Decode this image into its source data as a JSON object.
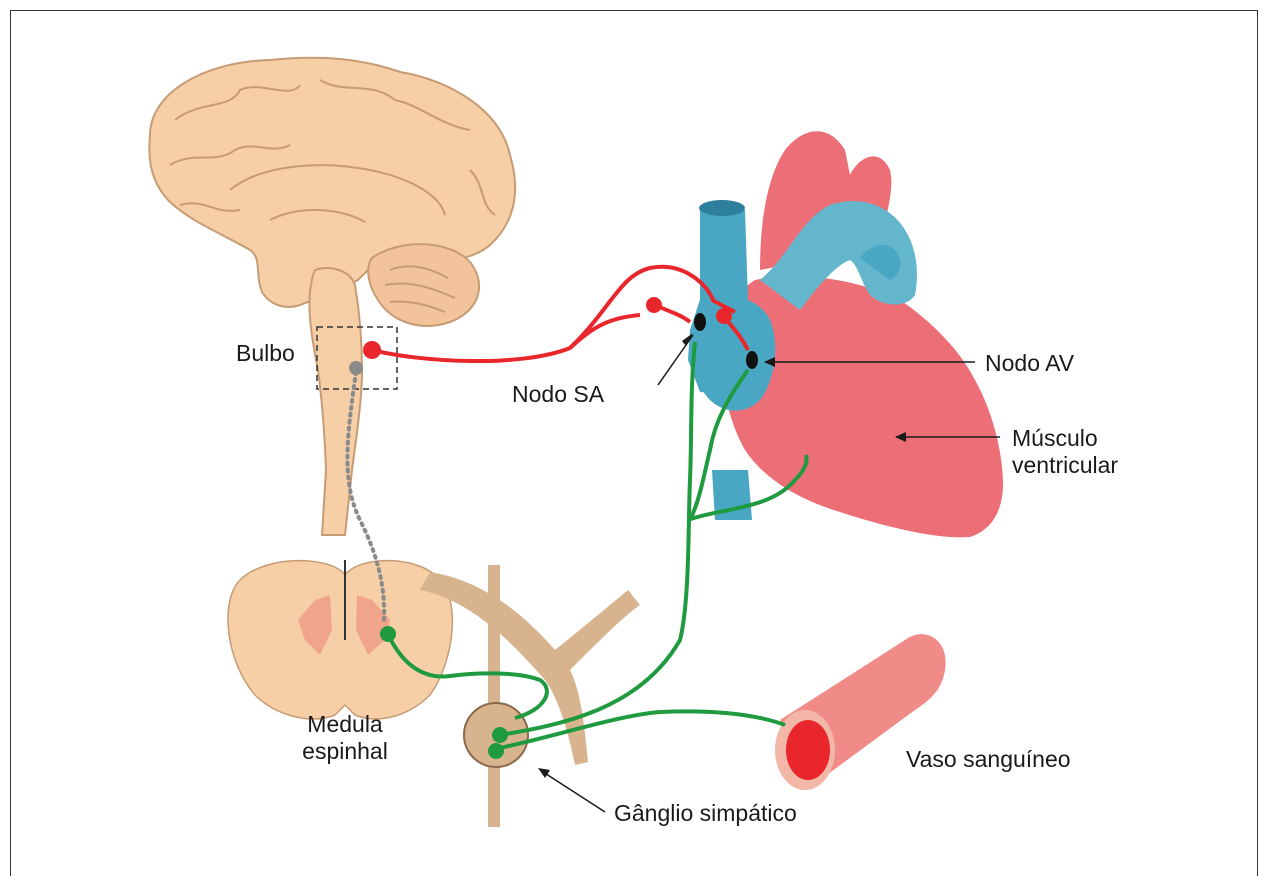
{
  "labels": {
    "bulbo": "Bulbo",
    "nodo_sa": "Nodo SA",
    "nodo_av": "Nodo AV",
    "musculo_line1": "Músculo",
    "musculo_line2": "ventricular",
    "medula_line1": "Medula",
    "medula_line2": "espinhal",
    "vaso": "Vaso sanguíneo",
    "ganglio": "Gânglio simpático"
  },
  "colors": {
    "parasympathetic": "#e8262b",
    "sympathetic": "#1f9a3f",
    "descending_tract": "#8a8a8a",
    "brain": "#f6cfa7",
    "heart": "#ec6f78",
    "vessels": "#4aa7c4",
    "ganglion_chain": "#d8b48e"
  }
}
